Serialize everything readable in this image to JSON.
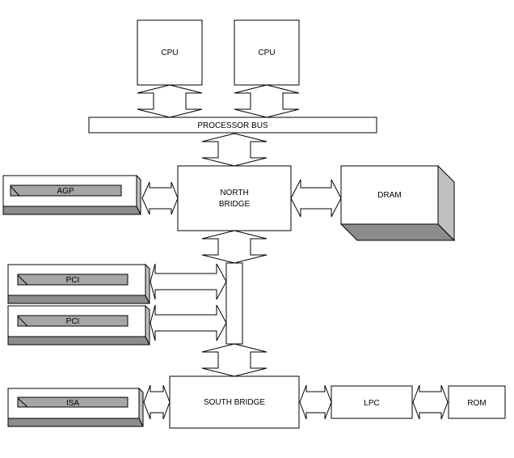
{
  "diagram": {
    "cpu_1": "CPU",
    "cpu_2": "CPU",
    "processor_bus": "PROCESSOR BUS",
    "north_bridge_line1": "NORTH",
    "north_bridge_line2": "BRIDGE",
    "dram": "DRAM",
    "agp": "AGP",
    "pci_1": "PCI",
    "pci_2": "PCI",
    "south_bridge": "SOUTH BRIDGE",
    "isa": "ISA",
    "lpc": "LPC",
    "rom": "ROM"
  },
  "colors": {
    "line": "#000000",
    "box_fill": "#ffffff",
    "shadow_fill": "#c0c0c0",
    "shadow_dark": "#8c8c8c",
    "slot_fill": "#a6a6a6"
  }
}
